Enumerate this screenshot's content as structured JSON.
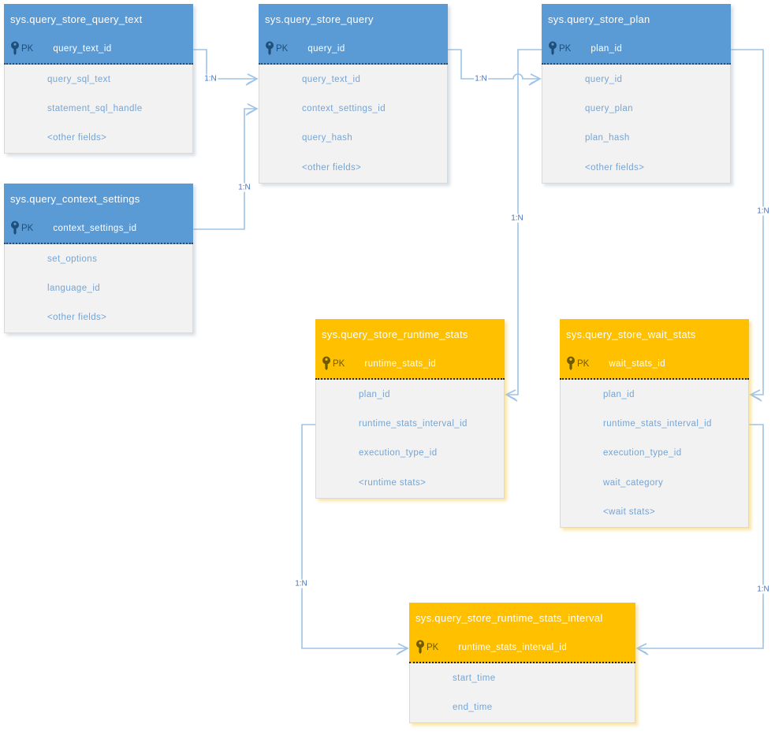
{
  "diagram_type": "entity-relationship",
  "colors": {
    "blue_header": "#5B9BD5",
    "orange_header": "#FFC000",
    "body_background": "#F2F2F2",
    "connector_line": "#9DC3E6",
    "field_text": "#74A5D6",
    "relationship_label_text": "#4472C4"
  },
  "entities": [
    {
      "title": "sys.query_store_query_text",
      "accent": "blue",
      "pk_tag": "PK",
      "pk_field": "query_text_id",
      "fields": [
        "query_sql_text",
        "statement_sql_handle",
        "<other fields>"
      ]
    },
    {
      "title": "sys.query_store_query",
      "accent": "blue",
      "pk_tag": "PK",
      "pk_field": "query_id",
      "fields": [
        "query_text_id",
        "context_settings_id",
        "query_hash",
        "<other fields>"
      ]
    },
    {
      "title": "sys.query_store_plan",
      "accent": "blue",
      "pk_tag": "PK",
      "pk_field": "plan_id",
      "fields": [
        "query_id",
        "query_plan",
        "plan_hash",
        "<other fields>"
      ]
    },
    {
      "title": "sys.query_context_settings",
      "accent": "blue",
      "pk_tag": "PK",
      "pk_field": "context_settings_id",
      "fields": [
        "set_options",
        "language_id",
        "<other fields>"
      ]
    },
    {
      "title": "sys.query_store_runtime_stats",
      "accent": "orange",
      "pk_tag": "PK",
      "pk_field": "runtime_stats_id",
      "fields": [
        "plan_id",
        "runtime_stats_interval_id",
        "execution_type_id",
        "<runtime stats>"
      ]
    },
    {
      "title": "sys.query_store_wait_stats",
      "accent": "orange",
      "pk_tag": "PK",
      "pk_field": "wait_stats_id",
      "fields": [
        "plan_id",
        "runtime_stats_interval_id",
        "execution_type_id",
        "wait_category",
        "<wait stats>"
      ]
    },
    {
      "title": "sys.query_store_runtime_stats_interval",
      "accent": "orange",
      "pk_tag": "PK",
      "pk_field": "runtime_stats_interval_id",
      "fields": [
        "start_time",
        "end_time"
      ]
    }
  ],
  "connectors": [
    {
      "label": "1:N",
      "from": "sys.query_store_query_text.query_text_id",
      "to": "sys.query_store_query.query_text_id"
    },
    {
      "label": "1:N",
      "from": "sys.query_context_settings.context_settings_id",
      "to": "sys.query_store_query.context_settings_id"
    },
    {
      "label": "1:N",
      "from": "sys.query_store_query.query_id",
      "to": "sys.query_store_plan.query_id"
    },
    {
      "label": "1:N",
      "from": "sys.query_store_plan.plan_id",
      "to": "sys.query_store_runtime_stats.plan_id"
    },
    {
      "label": "1:N",
      "from": "sys.query_store_plan.plan_id",
      "to": "sys.query_store_wait_stats.plan_id"
    },
    {
      "label": "1:N",
      "from": "sys.query_store_runtime_stats.runtime_stats_interval_id",
      "to": "sys.query_store_runtime_stats_interval.runtime_stats_interval_id"
    },
    {
      "label": "1:N",
      "from": "sys.query_store_wait_stats.runtime_stats_interval_id",
      "to": "sys.query_store_runtime_stats_interval.runtime_stats_interval_id"
    }
  ]
}
